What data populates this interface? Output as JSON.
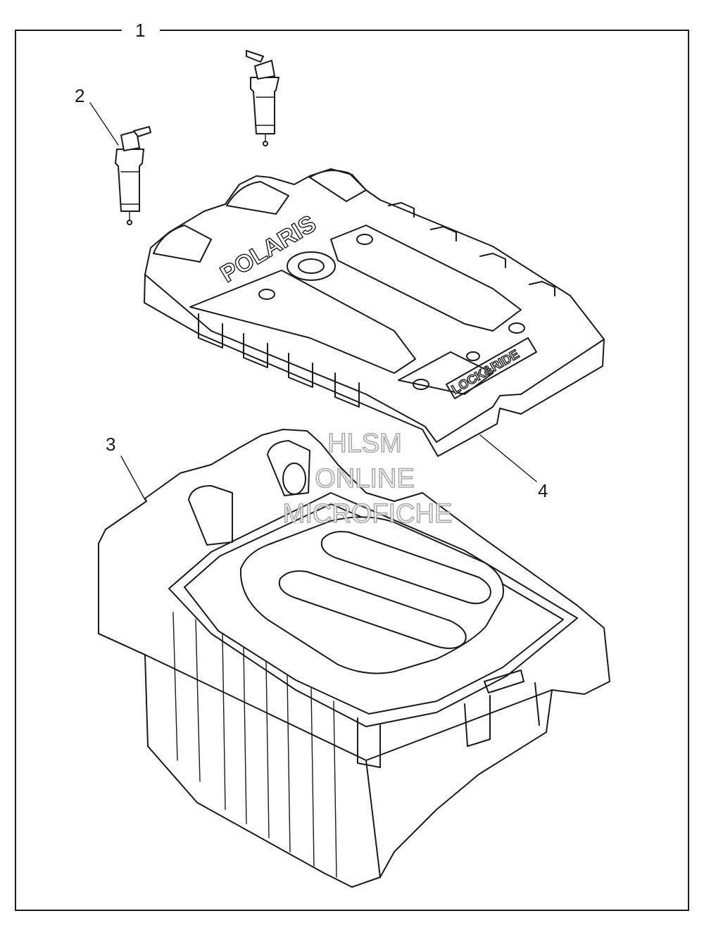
{
  "callouts": {
    "c1": "1",
    "c2": "2",
    "c3": "3",
    "c4": "4"
  },
  "lid_text": {
    "brand": "POLARIS",
    "lock_ride": "LOCK&RIDE"
  },
  "watermark": {
    "line1": "HLSM",
    "line2": "ONLINE",
    "line3": "MICROFICHE"
  },
  "colors": {
    "line": "#1a1a1a",
    "background": "#ffffff",
    "watermark": "#9a9a9a"
  }
}
